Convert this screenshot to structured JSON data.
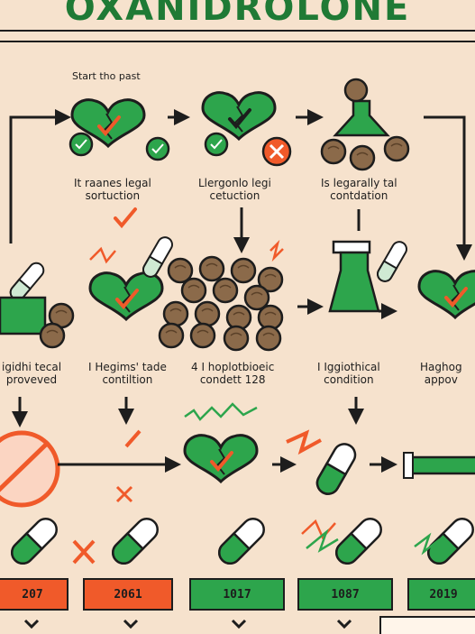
{
  "title": "OXANIDROLONE",
  "start_label": "Start tho past",
  "row1_labels": [
    [
      "It raanes legal",
      "sortuction"
    ],
    [
      "Llergonlo legi",
      "cetuction"
    ],
    [
      "Is legarally tal",
      "contdation"
    ]
  ],
  "row2_labels": [
    [
      "igidhi tecal",
      "proveved"
    ],
    [
      "I Hegims' tade",
      "contiltion"
    ],
    [
      "4 I hoplotbioeic",
      "condett 128"
    ],
    [
      "I Iggiothical",
      "condition"
    ],
    [
      "Haghog",
      "appov"
    ]
  ],
  "years": [
    {
      "label": "207",
      "color": "red"
    },
    {
      "label": "2061",
      "color": "red"
    },
    {
      "label": "1017",
      "color": "green"
    },
    {
      "label": "1087",
      "color": "green"
    },
    {
      "label": "2019",
      "color": "green"
    }
  ],
  "colors": {
    "green": "#2da54c",
    "red": "#f05a2a",
    "brown": "#8b6a4a",
    "bg": "#f6e2cd"
  }
}
